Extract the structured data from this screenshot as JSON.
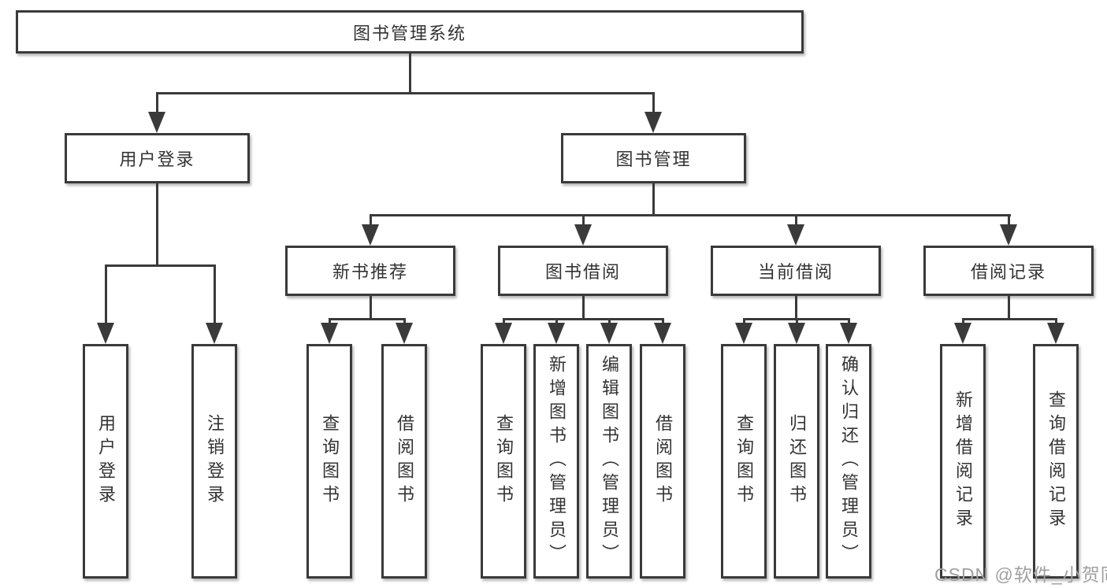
{
  "diagram": {
    "title": "图书管理系统",
    "level2": {
      "user_login": "用户登录",
      "book_mgmt": "图书管理"
    },
    "level3": {
      "new_books": "新书推荐",
      "book_borrow": "图书借阅",
      "current_borrow": "当前借阅",
      "borrow_records": "借阅记录"
    },
    "leaves": {
      "user_login": "用户登录",
      "logout": "注销登录",
      "nb_query_book": "查询图书",
      "nb_borrow_book": "借阅图书",
      "bb_query_book": "查询图书",
      "bb_add_book": "新增图书（管理员）",
      "bb_edit_book": "编辑图书（管理员）",
      "bb_borrow_book": "借阅图书",
      "cb_query_book": "查询图书",
      "cb_return_book": "归还图书",
      "cb_confirm_return": "确认归还（管理员）",
      "br_add_record": "新增借阅记录",
      "br_query_record": "查询借阅记录"
    }
  },
  "watermark": "CSDN @软件_小贺同学",
  "colors": {
    "line": "#3a3a3a",
    "text": "#333333",
    "watermark": "#a0a0a0",
    "background": "#ffffff"
  }
}
